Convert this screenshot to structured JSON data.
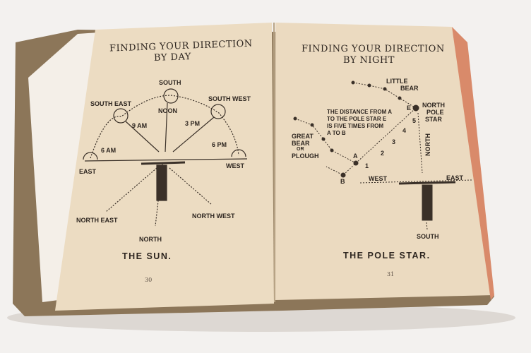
{
  "left_page": {
    "title_line1": "FINDING YOUR DIRECTION",
    "title_line2": "BY DAY",
    "labels": {
      "south": "SOUTH",
      "noon": "NOON",
      "south_east": "SOUTH EAST",
      "south_west": "SOUTH WEST",
      "nine_am": "9 AM",
      "three_pm": "3 PM",
      "six_am": "6 AM",
      "six_pm": "6 PM",
      "east": "EAST",
      "west": "WEST",
      "north_east": "NORTH EAST",
      "north_west": "NORTH WEST",
      "north": "NORTH"
    },
    "caption": "THE SUN.",
    "page_number": "30"
  },
  "right_page": {
    "title_line1": "FINDING YOUR DIRECTION",
    "title_line2": "BY NIGHT",
    "labels": {
      "little_bear_1": "LITTLE",
      "little_bear_2": "BEAR",
      "north_pole_star_1": "NORTH",
      "north_pole_star_2": "POLE",
      "north_pole_star_3": "STAR",
      "distance_1": "THE DISTANCE FROM A",
      "distance_2": "TO THE POLE STAR E",
      "distance_3": "IS FIVE TIMES FROM",
      "distance_4": "A TO B",
      "great_bear_1": "GREAT",
      "great_bear_2": "BEAR",
      "great_bear_3": "OR",
      "great_bear_4": "PLOUGH",
      "a": "A",
      "b": "B",
      "e": "E",
      "n1": "1",
      "n2": "2",
      "n3": "3",
      "n4": "4",
      "n5": "5",
      "north": "NORTH",
      "west": "WEST",
      "east": "EAST",
      "south": "SOUTH"
    },
    "caption": "THE POLE STAR.",
    "page_number": "31"
  },
  "colors": {
    "paper": "#ecdcc2",
    "cover": "#8a7358",
    "ink": "#2e2620",
    "background": "#f3f1ef"
  }
}
